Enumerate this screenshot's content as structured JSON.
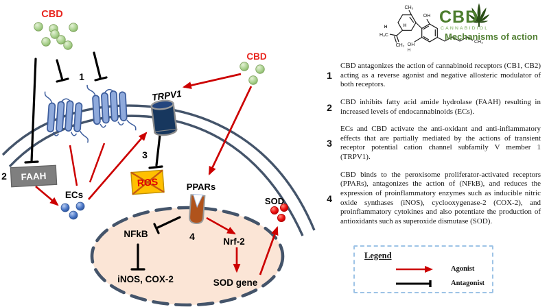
{
  "diagram": {
    "cbd_top_label": "CBD",
    "cbd_right_label": "CBD",
    "numbers": {
      "n1": "1",
      "n2": "2",
      "n3": "3",
      "n4": "4"
    },
    "labels": {
      "trpv1": "TRPV1",
      "faah": "FAAH",
      "ecs": "ECs",
      "ros": "ROS",
      "ppars": "PPARs",
      "nfkb": "NFkB",
      "nrf2": "Nrf-2",
      "inos_cox2": "iNOS, COX-2",
      "sod_gene": "SOD gene",
      "sod": "SOD"
    }
  },
  "logo": {
    "cbd": "CBD",
    "cannabidiol": "CANNABIDIOL",
    "tagline": "Mechanisms of action",
    "structure": {
      "ch3_top": "CH₃",
      "oh_top": "OH",
      "h_left": "H",
      "h_right": "H",
      "h3c": "H₃C",
      "ch2": "CH₂",
      "oh_bottom": "OH",
      "h_bottom": "H",
      "ch3_end": "CH₃"
    }
  },
  "mechanisms": [
    {
      "number": "1",
      "text": "CBD antagonizes the action of cannabinoid receptors (CB1, CB2) acting as a reverse agonist and negative allosteric modulator of both receptors."
    },
    {
      "number": "2",
      "text": "CBD inhibits fatty acid amide hydrolase (FAAH) resulting in increased levels  of endocannabinoids (ECs)."
    },
    {
      "number": "3",
      "text": "ECs and CBD activate the anti-oxidant and anti-inflammatory effects that are partially mediated by the actions of transient receptor potential cation channel subfamily V member 1 (TRPV1)."
    },
    {
      "number": "4",
      "text": "CBD binds to the peroxisome proliferator-activated receptors (PPARs), antagonizes the action of (NFkB), and reduces the expression of proinflammatory enzymes such as inducible nitric oxide synthases (iNOS), cyclooxygenase-2 (COX-2), and proinflammatory cytokines and also potentiate the production of antioxidants such as superoxide dismutase (SOD)."
    }
  ],
  "legend": {
    "title": "Legend",
    "agonist_label": "Agonist",
    "antagonist_label": "Antagonist"
  },
  "colors": {
    "accent_red": "#cc0000",
    "cbd_label_red": "#e8261f",
    "brand_green": "#4c7d2d",
    "leaf_green": "#2a4d16",
    "tagline_green": "#538135",
    "membrane_slate": "#44546a",
    "nucleus_fill": "#fbe5d6",
    "ros_yellow": "#ffc000",
    "faah_gray": "#7f7f7f",
    "trpv1_navy": "#17375e",
    "ppars_brown": "#b0531c",
    "gpcr_blue": "#8faadc",
    "ecs_blue": "#4472c4",
    "legend_border_blue": "#9dc3e6"
  }
}
